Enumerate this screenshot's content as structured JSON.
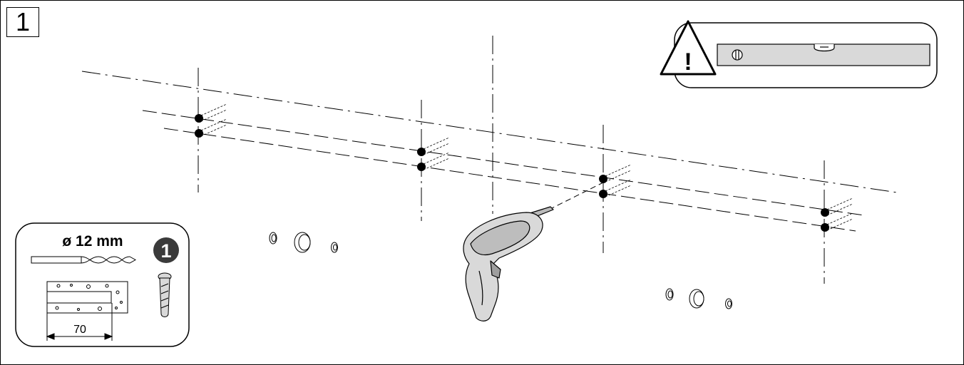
{
  "step_number": "1",
  "drill_spec": {
    "diameter_label": "ø 12 mm",
    "depth_label": "70",
    "badge_number": "1"
  },
  "warning": {
    "symbol": "!",
    "icon": "warning-triangle-icon",
    "level_icon": "spirit-level-icon"
  },
  "colors": {
    "ink": "#000000",
    "tool_gray": "#d9d9d9",
    "panel_fill": "#ffffff"
  }
}
